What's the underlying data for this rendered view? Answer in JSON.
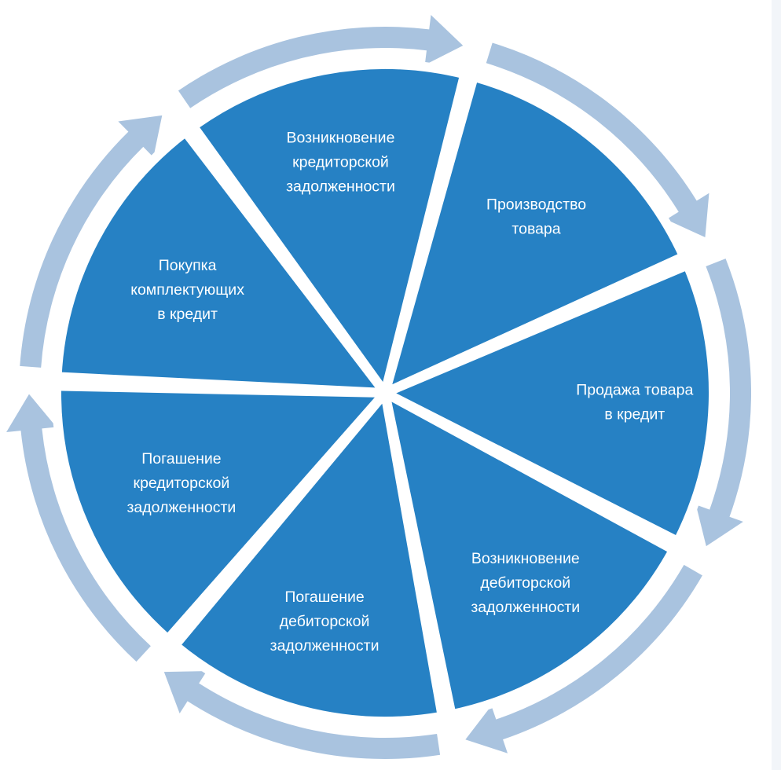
{
  "colors": {
    "sector_fill": "#2681c4",
    "arrow_fill": "#a9c3df",
    "gap": "#ffffff",
    "label_text": "#ffffff",
    "edge_strip": "#f2f5f9"
  },
  "cycle": {
    "direction": "clockwise",
    "stages": [
      {
        "id": "purchase",
        "lines": [
          "Покупка",
          "комплектующих",
          "в кредит"
        ]
      },
      {
        "id": "payable-arises",
        "lines": [
          "Возникновение",
          "кредиторской",
          "задолженности"
        ]
      },
      {
        "id": "production",
        "lines": [
          "Производство",
          "товара"
        ]
      },
      {
        "id": "sale",
        "lines": [
          "Продажа товара",
          "в кредит"
        ]
      },
      {
        "id": "receivable-arises",
        "lines": [
          "Возникновение",
          "дебиторской",
          "задолженности"
        ]
      },
      {
        "id": "receivable-repaid",
        "lines": [
          "Погашение",
          "дебиторской",
          "задолженности"
        ]
      },
      {
        "id": "payable-repaid",
        "lines": [
          "Погашение",
          "кредиторской",
          "задолженности"
        ]
      }
    ]
  }
}
